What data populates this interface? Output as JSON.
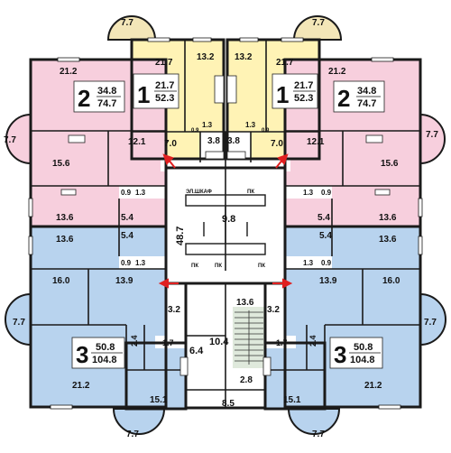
{
  "colors": {
    "yellow": "#fff3b5",
    "bay_yellow": "#f3e6b8",
    "pink": "#f7cfdd",
    "blue": "#b8d3ee",
    "white": "#ffffff",
    "wall": "#1a1a1a",
    "arrow": "#e02020",
    "stair_green": "#dfe9dc"
  },
  "areas": {
    "bay_tl": "7.7",
    "bay_tr": "7.7",
    "bay_lt": "7.7",
    "bay_rt": "7.7",
    "bay_lb": "7.7",
    "bay_rb": "7.7",
    "bay_bl": "7.7",
    "bay_br": "7.7",
    "y1_room": "21.7",
    "y1_kitchen": "13.2",
    "y2_kitchen": "13.2",
    "y2_room": "21.7",
    "y1_bath": "1.3",
    "y2_bath": "1.3",
    "y1_small": "0.9",
    "y2_small": "0.9",
    "y1_hall": "7.0",
    "y1_corr": "3.8",
    "y2_corr": "3.8",
    "y2_hall": "7.0",
    "p1_room_top": "21.2",
    "p2_room_top": "21.2",
    "p1_kitchen": "12.1",
    "p2_kitchen": "12.1",
    "p1_room_mid": "15.6",
    "p2_room_mid": "15.6",
    "p1_room_low": "13.6",
    "p2_room_low": "13.6",
    "p1_hall": "5.4",
    "p2_hall": "5.4",
    "p1_small": "0.9",
    "p1_bath": "1.3",
    "p2_bath": "1.3",
    "p2_small": "0.9",
    "core_lobby": "9.8",
    "core_corridor": "48.7",
    "b1_room_top": "13.6",
    "b2_room_top": "13.6",
    "b1_hall": "5.4",
    "b2_hall": "5.4",
    "b1_small": "0.9",
    "b1_bath": "1.3",
    "b2_bath": "1.3",
    "b2_small": "0.9",
    "b1_room_a": "16.0",
    "b1_kitchen": "13.9",
    "b2_kitchen": "13.9",
    "b2_room_a": "16.0",
    "b1_hall2": "3.2",
    "b2_hall2": "3.2",
    "b1_strip": "2.4",
    "b2_strip": "2.4",
    "b1_bath2": "1.7",
    "b2_bath2": "1.7",
    "b1_room_b": "21.2",
    "b2_room_b": "21.2",
    "b1_room_c": "15.1",
    "b2_room_c": "15.1",
    "core_center": "10.4",
    "core_small": "6.4",
    "core_stair": "13.6",
    "core_bottom": "2.8",
    "core_vest": "8.5"
  },
  "labels": {
    "electrical": "ЭЛ.ШКАФ",
    "pk1": "ПК",
    "pk2": "ПК",
    "pk3": "ПК",
    "pk4": "ПК"
  },
  "apartments": [
    {
      "id": "y1",
      "rooms": "1",
      "living": "21.7",
      "total": "52.3"
    },
    {
      "id": "y2",
      "rooms": "1",
      "living": "21.7",
      "total": "52.3"
    },
    {
      "id": "p1",
      "rooms": "2",
      "living": "34.8",
      "total": "74.7"
    },
    {
      "id": "p2",
      "rooms": "2",
      "living": "34.8",
      "total": "74.7"
    },
    {
      "id": "b1",
      "rooms": "3",
      "living": "50.8",
      "total": "104.8"
    },
    {
      "id": "b2",
      "rooms": "3",
      "living": "50.8",
      "total": "104.8"
    }
  ]
}
